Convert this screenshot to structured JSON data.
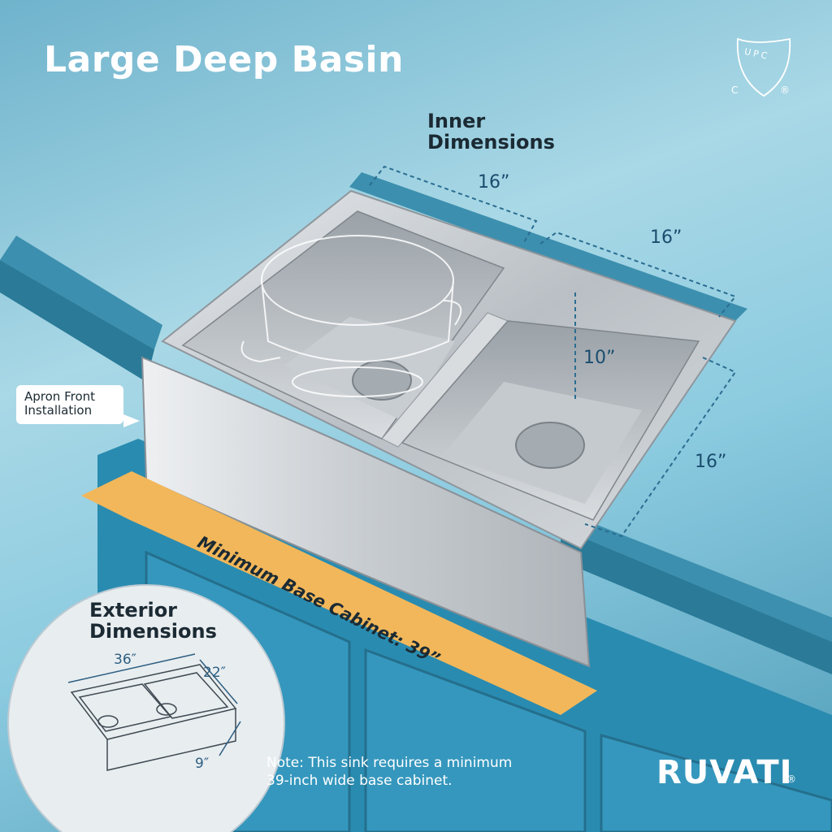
{
  "title": "Large Deep Basin",
  "certification": {
    "mark": "UPC",
    "left_letter": "C",
    "right_mark": "®",
    "icon": "upc-shield-icon"
  },
  "inner_dimensions": {
    "heading_line1": "Inner",
    "heading_line2": "Dimensions",
    "left_basin_width": "16”",
    "right_basin_width": "16”",
    "depth": "10”",
    "front_to_back": "16”"
  },
  "apron_label": {
    "line1": "Apron Front",
    "line2": "Installation"
  },
  "banner": {
    "text": "Minimum Base Cabinet: 39”",
    "color": "#f2b75a"
  },
  "exterior_dimensions": {
    "heading_line1": "Exterior",
    "heading_line2": "Dimensions",
    "width": "36″",
    "depth": "22″",
    "height": "9″"
  },
  "note": {
    "line1": "Note: This sink requires a minimum",
    "line2": "39-inch wide base cabinet."
  },
  "brand": {
    "name": "RUVATI",
    "mark": "®"
  },
  "colors": {
    "background": "#8ccbe0",
    "counter": "#2f7e9c",
    "cabinet": "#2a8bb0",
    "banner": "#f2b75a",
    "steel": "#c9ced3"
  }
}
